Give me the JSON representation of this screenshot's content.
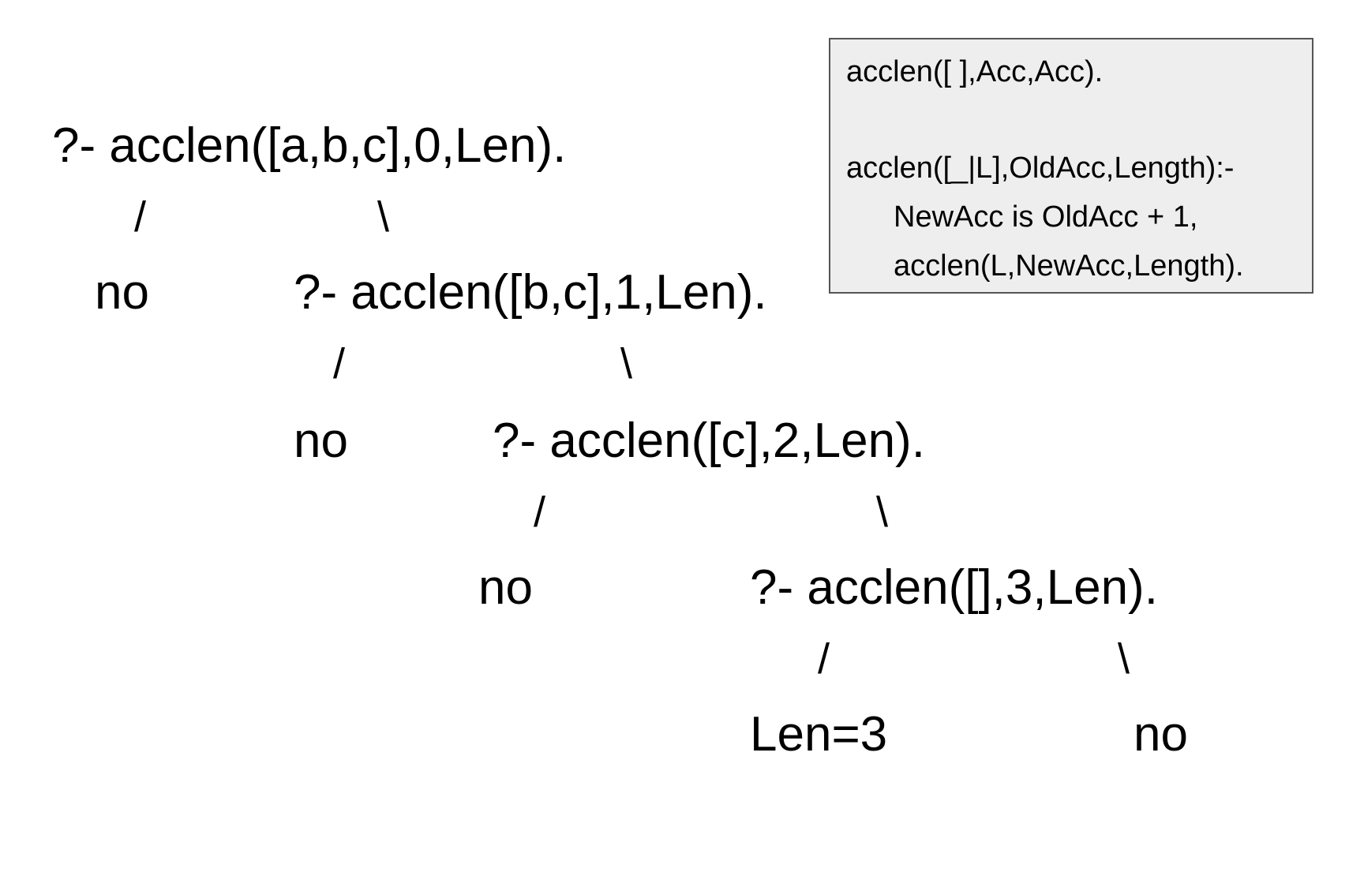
{
  "tree": {
    "level1": {
      "query": "?- acclen([a,b,c],0,Len).",
      "left_branch": "/",
      "right_branch": "\\",
      "left_result": "no"
    },
    "level2": {
      "query": "?- acclen([b,c],1,Len).",
      "left_branch": "/",
      "right_branch": "\\",
      "left_result": "no"
    },
    "level3": {
      "query": "?- acclen([c],2,Len).",
      "left_branch": "/",
      "right_branch": "\\",
      "left_result": "no"
    },
    "level4": {
      "query": "?- acclen([],3,Len).",
      "left_branch": "/",
      "right_branch": "\\",
      "left_result": "Len=3",
      "right_result": "no"
    }
  },
  "program": {
    "lines": [
      "acclen([ ],Acc,Acc).",
      "acclen([_|L],OldAcc,Length):-",
      "NewAcc is OldAcc + 1,",
      "acclen(L,NewAcc,Length)."
    ]
  },
  "colors": {
    "text": "#000000",
    "box_background": "#eeeeee",
    "box_border": "#555555"
  }
}
